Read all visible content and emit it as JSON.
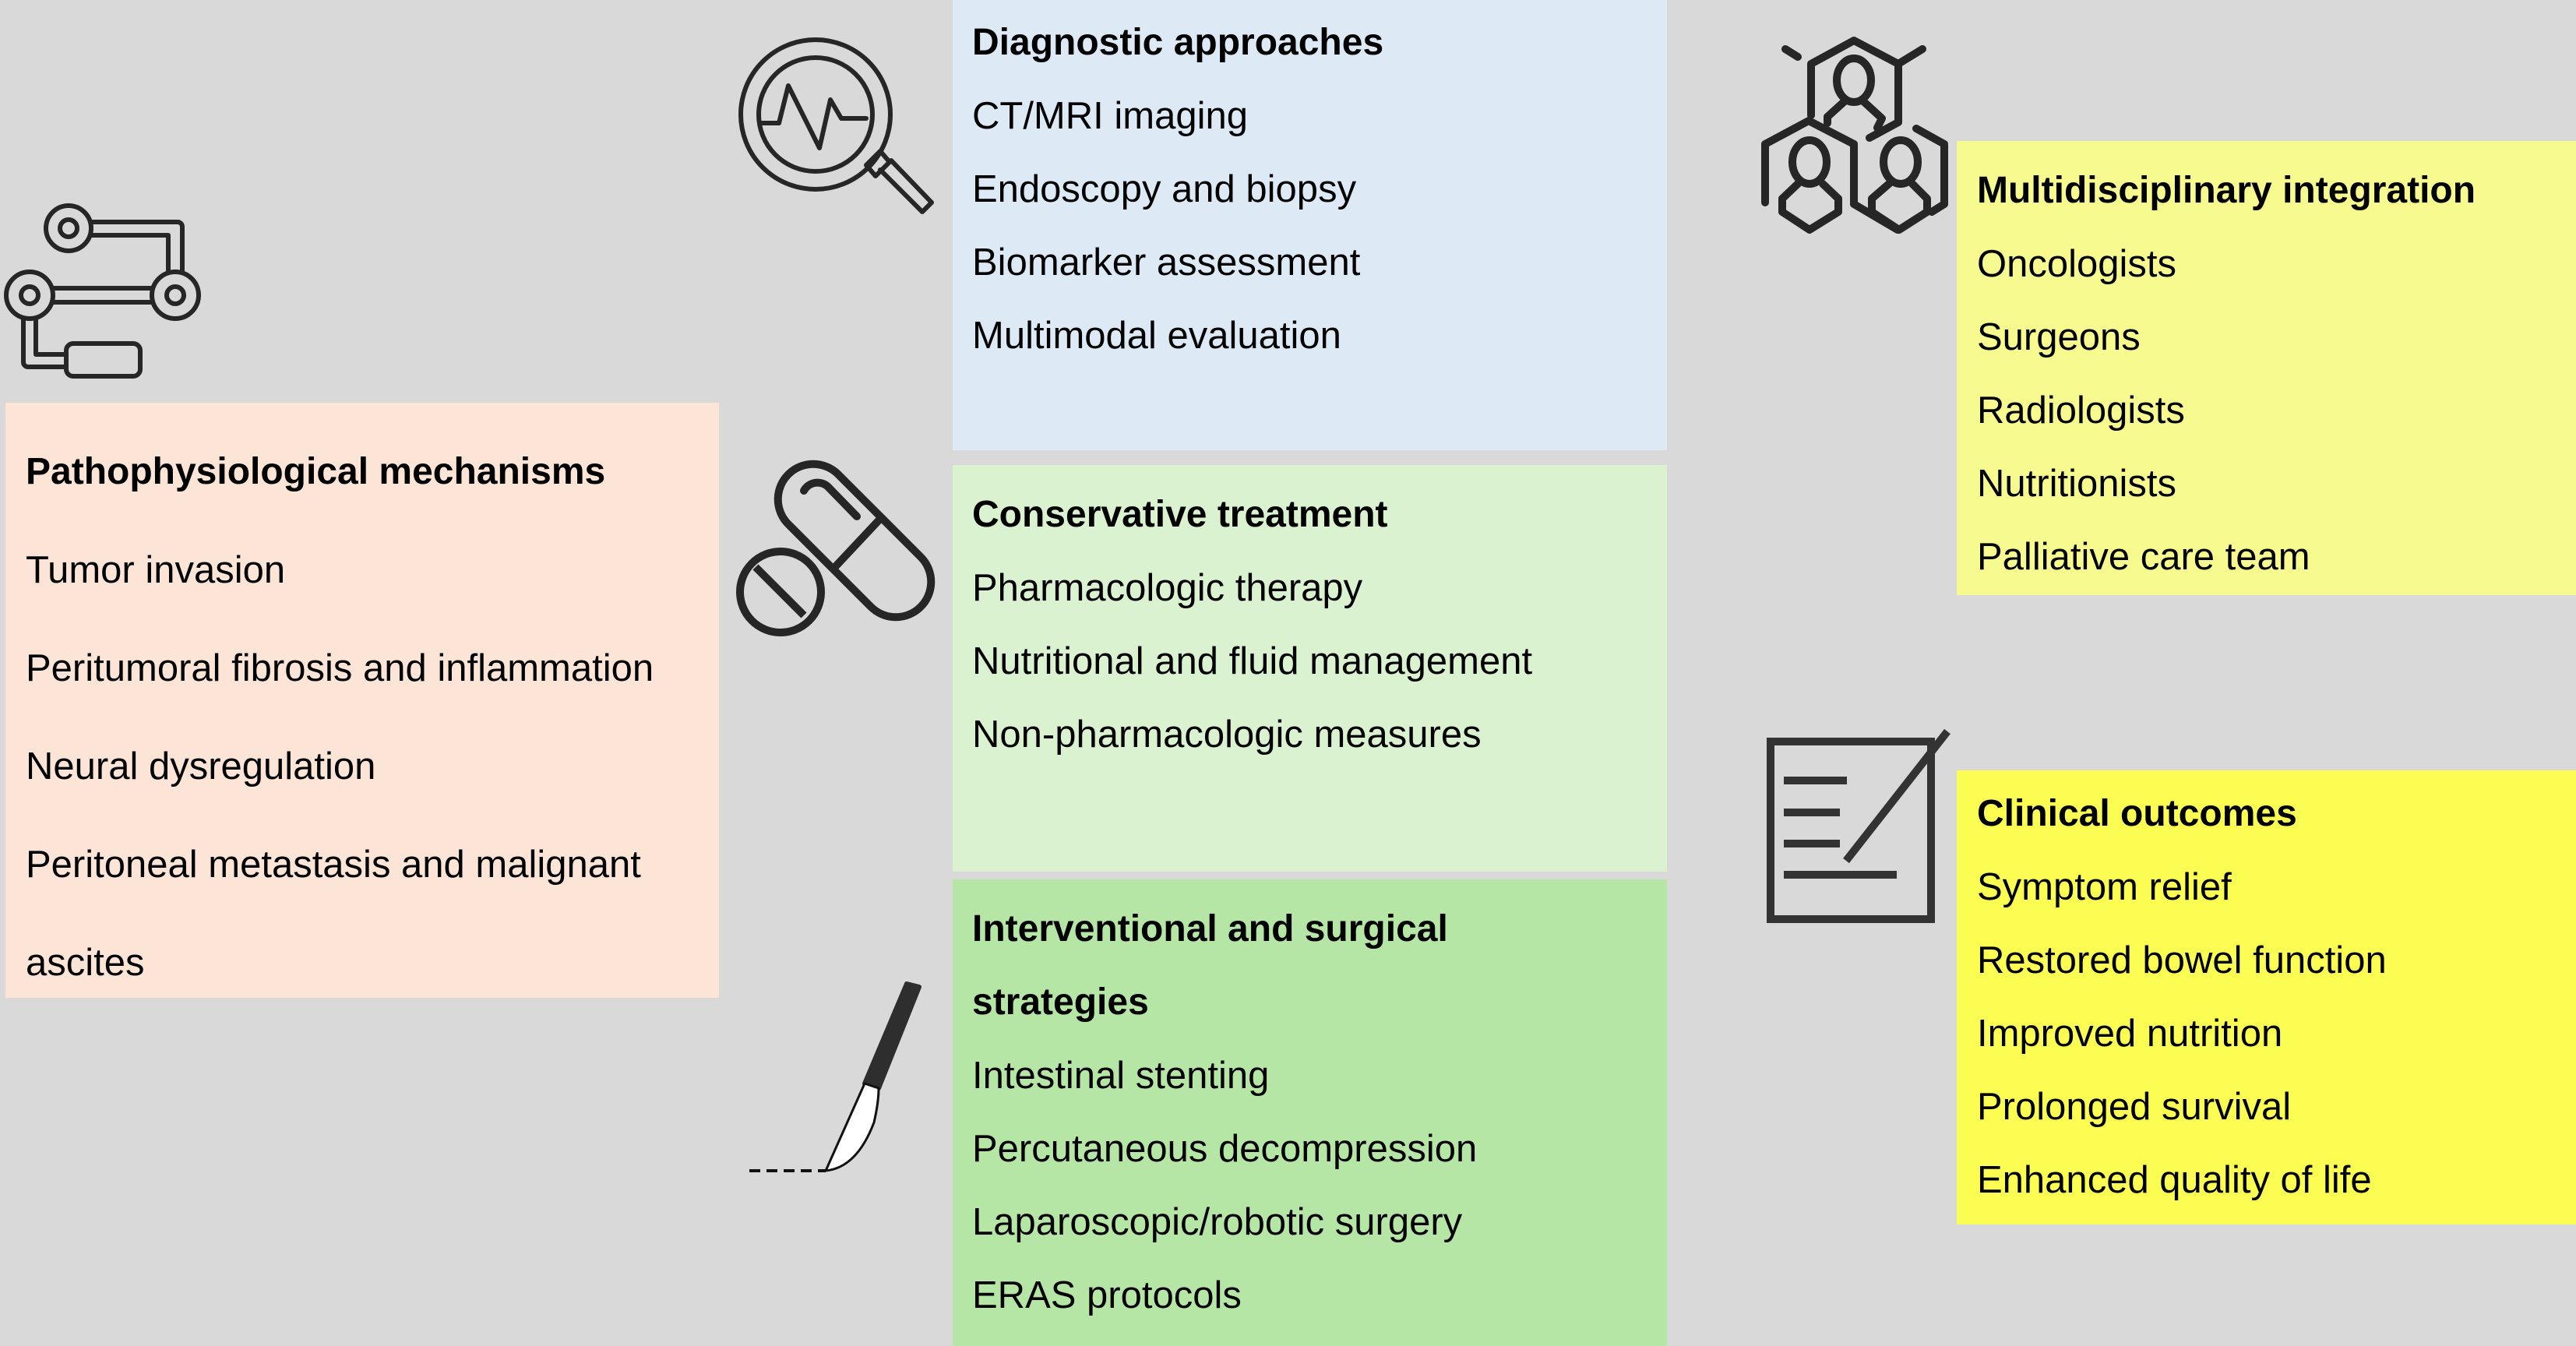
{
  "colors": {
    "background": "#D9D9D9",
    "pathophysiology": "#FCE4D6",
    "diagnostic": "#DDEAF6",
    "conservative": "#DAF2D0",
    "interventional": "#B6E6A6",
    "multidisciplinary": "#F7FB8F",
    "outcomes": "#FBFD52",
    "icon_stroke": "#262626"
  },
  "pathophysiology": {
    "icon": "robotic-arm-icon",
    "title": "Pathophysiological mechanisms",
    "items": [
      "Tumor invasion",
      "Peritumoral fibrosis and inflammation",
      "Neural dysregulation",
      "Peritoneal metastasis and malignant",
      "ascites"
    ]
  },
  "diagnostic": {
    "icon": "magnifier-pulse-icon",
    "title": "Diagnostic approaches",
    "items": [
      "CT/MRI imaging",
      "Endoscopy and biopsy",
      "Biomarker assessment",
      "Multimodal evaluation"
    ]
  },
  "conservative": {
    "icon": "pills-icon",
    "title": "Conservative treatment",
    "items": [
      "Pharmacologic therapy",
      "Nutritional and fluid management",
      "Non-pharmacologic measures"
    ]
  },
  "interventional": {
    "icon": "scalpel-icon",
    "title_line1": "Interventional and surgical",
    "title_line2": "strategies",
    "items": [
      "Intestinal stenting",
      "Percutaneous decompression",
      "Laparoscopic/robotic surgery",
      "ERAS protocols"
    ]
  },
  "multidisciplinary": {
    "icon": "team-hexagon-icon",
    "title": "Multidisciplinary integration",
    "items": [
      "Oncologists",
      "Surgeons",
      "Radiologists",
      "Nutritionists",
      "Palliative care team"
    ]
  },
  "outcomes": {
    "icon": "report-pen-icon",
    "title": "Clinical outcomes",
    "items": [
      "Symptom relief",
      "Restored bowel function",
      "Improved nutrition",
      "Prolonged survival",
      "Enhanced quality of life"
    ]
  }
}
